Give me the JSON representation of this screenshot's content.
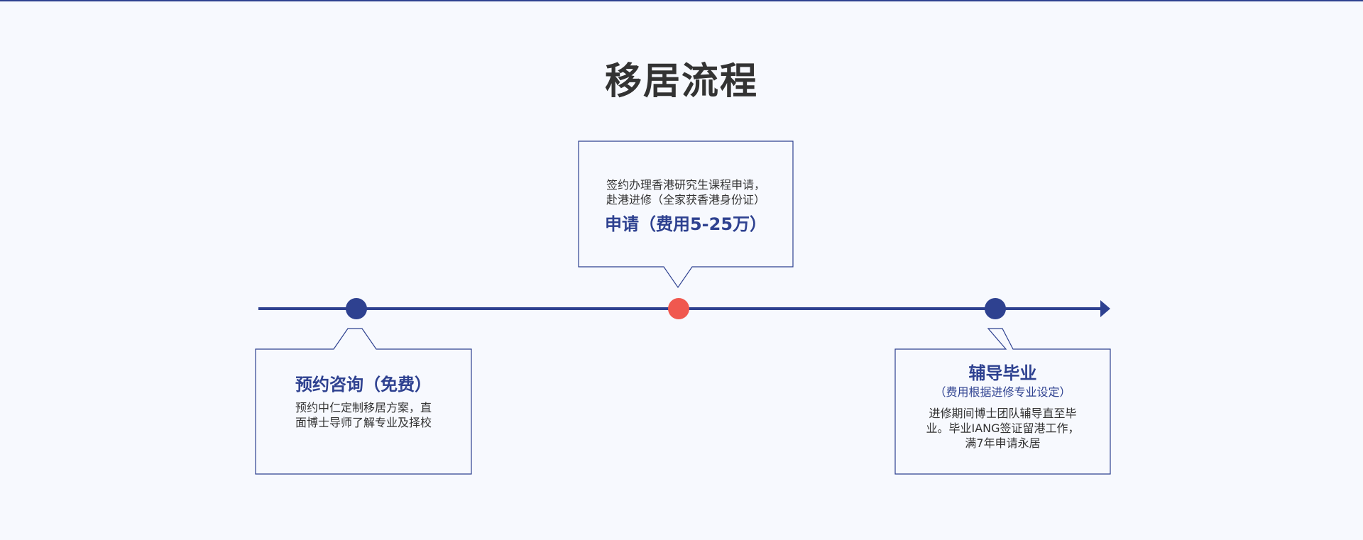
{
  "page": {
    "title": "移居流程"
  },
  "colors": {
    "primary": "#2e4190",
    "accent": "#f0584f",
    "text": "#333333",
    "background": "#f7f9fe"
  },
  "steps": [
    {
      "heading": "预约咨询（免费）",
      "description": [
        "预约中仁定制移居方案，直",
        "面博士导师了解专业及择校"
      ]
    },
    {
      "heading": "申请（费用5-25万）",
      "description": [
        "签约办理香港研究生课程申请，",
        "赴港进修（全家获香港身份证）"
      ]
    },
    {
      "heading": "辅导毕业",
      "subheading": "（费用根据进修专业设定）",
      "description": [
        "进修期间博士团队辅导直至毕",
        "业。毕业IANG签证留港工作，",
        "满7年申请永居"
      ]
    }
  ]
}
